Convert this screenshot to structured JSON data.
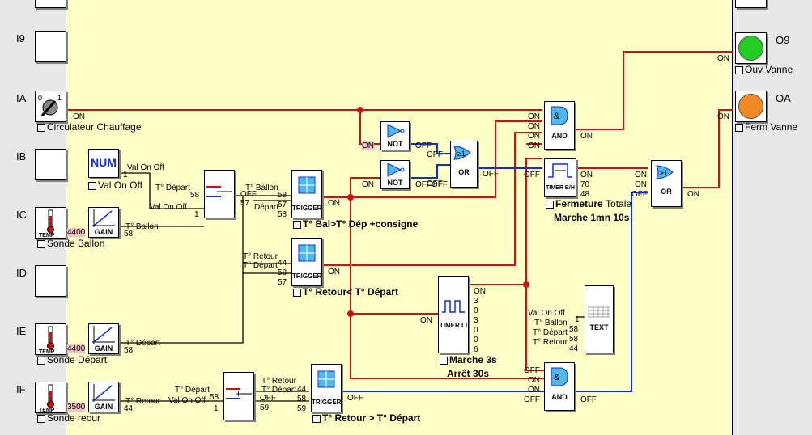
{
  "inputs": [
    {
      "id": "I9",
      "name": "I9",
      "label": ""
    },
    {
      "id": "IA",
      "name": "IA",
      "label": "Circulateur Chauffage",
      "state": "ON"
    },
    {
      "id": "IB",
      "name": "IB",
      "label": ""
    },
    {
      "id": "IC",
      "name": "IC",
      "label": "Sonde Ballon",
      "value": "4400"
    },
    {
      "id": "ID",
      "name": "ID",
      "label": ""
    },
    {
      "id": "IE",
      "name": "IE",
      "label": "Sonde Départ",
      "value": "4400"
    },
    {
      "id": "IF",
      "name": "IF",
      "label": "Sonde reour",
      "value": "3500"
    }
  ],
  "outputs": [
    {
      "name": "O9",
      "label": "Ouv Vanne",
      "state": "ON",
      "color": "#22cc22"
    },
    {
      "name": "OA",
      "label": "Ferm Vanne",
      "state": "ON",
      "color": "#f08a24"
    }
  ],
  "icons": {
    "temp": "TEMP",
    "num": "NUM",
    "gain": "GAIN",
    "trigger": "TRIGGER",
    "not": "NOT",
    "or": "OR",
    "and": "AND",
    "timer_bh": "TIMER B/H",
    "timer_li": "TIMER LI",
    "text": "TEXT",
    "or_sym": "≥1"
  },
  "num": {
    "label": "Val On Off",
    "out_label": "Val On Off",
    "out_value": "1"
  },
  "gain_ballon": {
    "label": "T° Ballon",
    "value": "58"
  },
  "gain_depart": {
    "label": "T° Départ",
    "value": "58"
  },
  "gain_retour": {
    "label": "T° Retour",
    "value": "44"
  },
  "comp1": {
    "in1_label": "T° Départ",
    "in1_value": "58",
    "in2_label": "Val On Off",
    "in2_value": "1",
    "out_state": "OFF",
    "out_value": "57",
    "ballon_label": "T° Ballon",
    "depart_label": "Départ"
  },
  "trig1": {
    "v1": "58",
    "v2": "57",
    "v3": "58",
    "state": "ON",
    "caption": "T° Bal>T° Dép +consigne"
  },
  "trig2": {
    "l1": "T° Retour",
    "l2": "T° Départ",
    "v1": "44",
    "v2": "58",
    "v3": "57",
    "state": "ON",
    "caption": "T° Retour< T° Départ"
  },
  "comp2": {
    "in1_label": "T° Départ",
    "in1_value": "58",
    "in2_label": "Val On Off",
    "in2_value": "1",
    "l1": "T° Retour",
    "l2": "T° Départ",
    "out_state": "OFF",
    "out_value": "59"
  },
  "trig3": {
    "v1": "44",
    "v2": "58",
    "v3": "59",
    "state": "OFF",
    "caption": "T° Retour > T° Départ"
  },
  "not1": {
    "in": "ON",
    "out": "OFF"
  },
  "not2": {
    "in": "ON",
    "out": "OFF"
  },
  "or1": {
    "in1": "OFF",
    "in2": "OFF",
    "out": "OFF",
    "not2_out": "OFF"
  },
  "and1": {
    "in1": "ON",
    "in2": "ON",
    "in3": "ON",
    "in4": "ON",
    "out": "ON"
  },
  "timer1": {
    "in": "OFF",
    "out": "ON",
    "v1": "70",
    "v2": "48",
    "caption1": "Fermeture",
    "caption1b": "Totale",
    "caption2": "Marche 1mn 10s"
  },
  "timer2": {
    "in": "ON",
    "out": "ON",
    "values": [
      "3",
      "0",
      "3",
      "0",
      "0",
      "6"
    ],
    "caption1": "Marche 3s",
    "caption2": "Arrêt 30s"
  },
  "or2": {
    "in1": "ON",
    "in2": "ON",
    "in3": "OFF",
    "out": "ON"
  },
  "text_block": {
    "labels": [
      "Val On Off",
      "T° Ballon",
      "T° Départ",
      "T° Retour"
    ],
    "values": [
      "1",
      "58",
      "58",
      "44"
    ]
  },
  "and2": {
    "in1": "OFF",
    "in2": "ON",
    "in3": "ON",
    "in4": "OFF",
    "out": "OFF"
  }
}
